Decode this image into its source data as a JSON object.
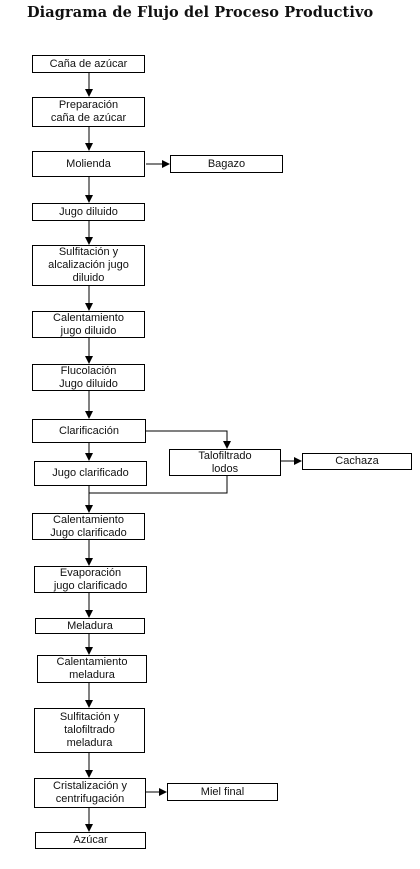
{
  "title": "Diagrama de Flujo del Proceso Productivo",
  "nodes": {
    "cana": "Caña de azúcar",
    "preparacion": "Preparación\ncaña de azúcar",
    "molienda": "Molienda",
    "bagazo": "Bagazo",
    "jugo_diluido": "Jugo diluido",
    "sulfitacion": "Sulfitación y\nalcalización jugo\ndiluido",
    "calentamiento_diluido": "Calentamiento\njugo diluido",
    "flucolacion": "Flucolación\nJugo diluido",
    "clarificacion": "Clarificación",
    "talofiltrado": "Talofiltrado\nlodos",
    "cachaza": "Cachaza",
    "jugo_clarificado": "Jugo clarificado",
    "calentamiento_clarificado": "Calentamiento\nJugo clarificado",
    "evaporacion": "Evaporación\njugo clarificado",
    "meladura": "Meladura",
    "calentamiento_meladura": "Calentamiento\nmeladura",
    "sulfitacion_meladura": "Sulfitación y\ntalofiltrado\nmeladura",
    "cristalizacion": "Cristalización y\ncentrifugación",
    "miel_final": "Miel final",
    "azucar": "Azúcar"
  }
}
